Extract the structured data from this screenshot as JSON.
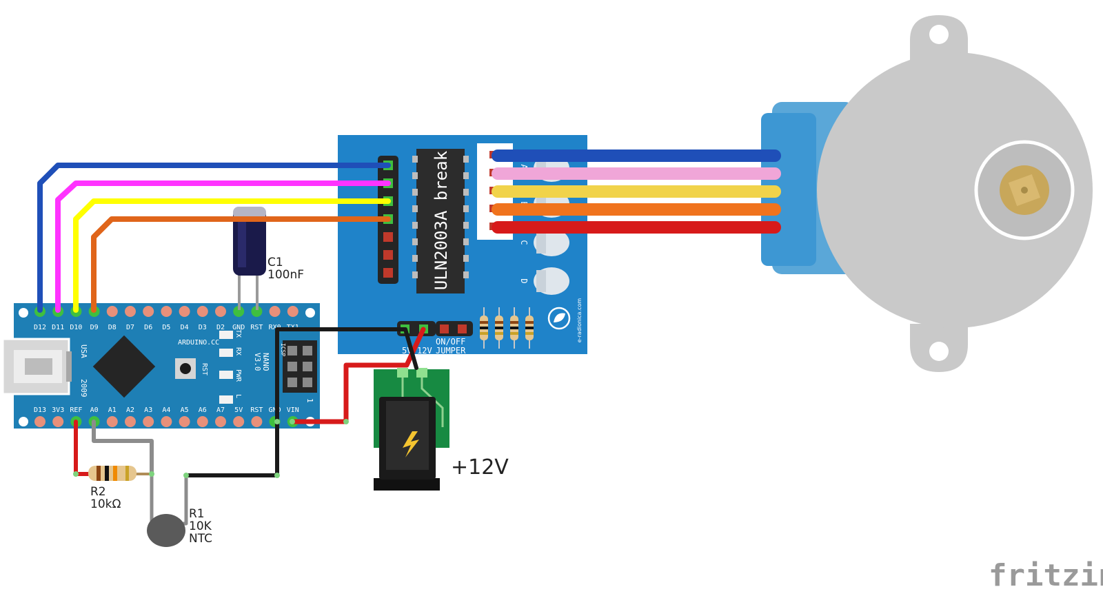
{
  "arduino": {
    "top_pins": [
      "D12",
      "D11",
      "D10",
      "D9",
      "D8",
      "D7",
      "D6",
      "D5",
      "D4",
      "D3",
      "D2",
      "GND",
      "RST",
      "RX0",
      "TX1"
    ],
    "bottom_pins": [
      "D13",
      "3V3",
      "REF",
      "A0",
      "A1",
      "A2",
      "A3",
      "A4",
      "A5",
      "A6",
      "A7",
      "5V",
      "RST",
      "GND",
      "VIN"
    ],
    "brand": "ARDUINO.CC",
    "country": "USA",
    "year": "2009",
    "model_line1": "NANO",
    "model_line2": "V3.0",
    "rst_label": "RST",
    "led_labels": [
      "TX",
      "RX",
      "PWR",
      "L"
    ],
    "icsp_label": "ICSP",
    "icsp_pin1": "1"
  },
  "driver": {
    "chip_label": "ULN2003A break",
    "led_letters": [
      "A",
      "B",
      "C",
      "D"
    ],
    "power_labels": [
      "5V",
      "12V"
    ],
    "jumper_line1": "ON/OFF",
    "jumper_line2": "JUMPER",
    "credit": "e-radionica.com"
  },
  "components": {
    "c1_name": "C1",
    "c1_value": "100nF",
    "r2_name": "R2",
    "r2_value": "10kΩ",
    "r1_name": "R1",
    "r1_value": "10K",
    "r1_type": "NTC",
    "supply_label": "+12V"
  },
  "watermark": "fritzing",
  "colors": {
    "arduino_board": "#1e7fb5",
    "driver_board": "#1f83c9",
    "chip": "#2a2a2a",
    "motor_body": "#c9c9c9",
    "wire_blue": "#1f4fb8",
    "wire_pink": "#f0a6d8",
    "wire_yellow": "#f1d34a",
    "wire_orange": "#f0731d",
    "wire_red": "#d71a1a",
    "wire_magenta": "#ff33ff",
    "wire_bright_yellow": "#ffff00",
    "wire_dark_orange": "#e0651a",
    "wire_black": "#1a1a1a",
    "wire_gray": "#8c8c8c",
    "pin_green": "#3fbf3f",
    "pin_red": "#c0392b"
  },
  "icons": [
    "usb-connector",
    "microcontroller-chip",
    "power-jack",
    "lightning-icon",
    "eco-logo-icon",
    "stepper-motor",
    "capacitor",
    "resistor",
    "thermistor"
  ]
}
